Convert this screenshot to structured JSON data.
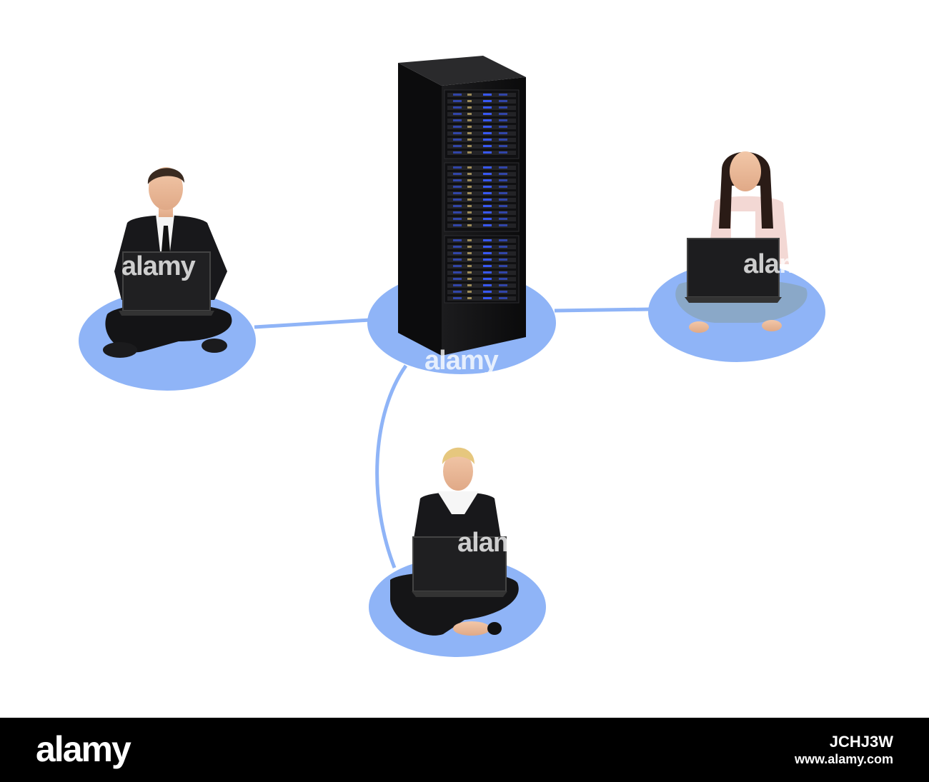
{
  "watermark": {
    "text": "alamy"
  },
  "footer": {
    "logo": "alamy",
    "image_id": "JCHJ3W",
    "url": "www.alamy.com"
  },
  "colors": {
    "platform": "#8fb4f7",
    "connector": "#8fb4f7",
    "server_body": "#151515",
    "server_leds": "#3a5cff",
    "footer_bg": "#000000"
  }
}
